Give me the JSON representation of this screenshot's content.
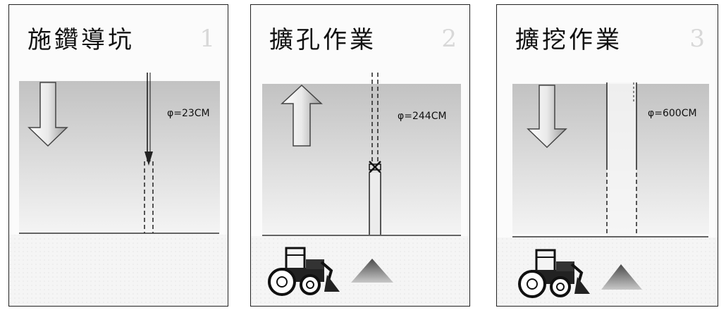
{
  "panels": [
    {
      "title": "施鑽導坑",
      "step": "1",
      "diameter": "φ=23CM"
    },
    {
      "title": "擴孔作業",
      "step": "2",
      "diameter": "φ=244CM"
    },
    {
      "title": "擴挖作業",
      "step": "3",
      "diameter": "φ=600CM"
    }
  ],
  "icons": {
    "arrow_down": "arrow-down-icon",
    "arrow_up": "arrow-up-icon",
    "loader": "front-loader-icon",
    "spoil_pile": "spoil-pile-icon"
  },
  "colors": {
    "sky_gray": "#c4c4c4",
    "ground_line": "#333333",
    "pile_dark": "#5a5a5a",
    "pile_light": "#bdbdbd"
  }
}
